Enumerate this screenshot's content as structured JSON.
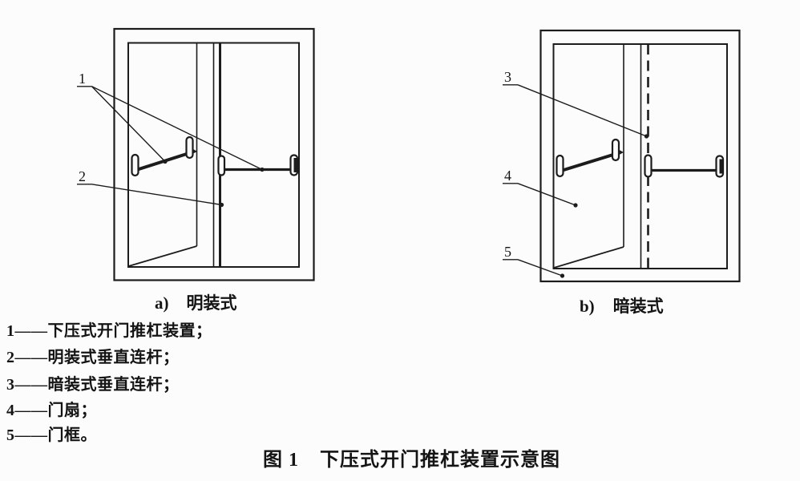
{
  "figure": {
    "panels": {
      "a": {
        "tag": "a)",
        "title": "明装式"
      },
      "b": {
        "tag": "b)",
        "title": "暗装式"
      }
    },
    "callouts": {
      "c1": "1",
      "c2": "2",
      "c3": "3",
      "c4": "4",
      "c5": "5"
    },
    "legend": [
      "1——下压式开门推杠装置；",
      "2——明装式垂直连杆；",
      "3——暗装式垂直连杆；",
      "4——门扇；",
      "5——门框。"
    ],
    "caption": {
      "prefix": "图 1",
      "title": "下压式开门推杠装置示意图"
    },
    "colors": {
      "line": "#1c1c1c",
      "paper": "#fcfcfc",
      "ink": "#141414"
    }
  }
}
